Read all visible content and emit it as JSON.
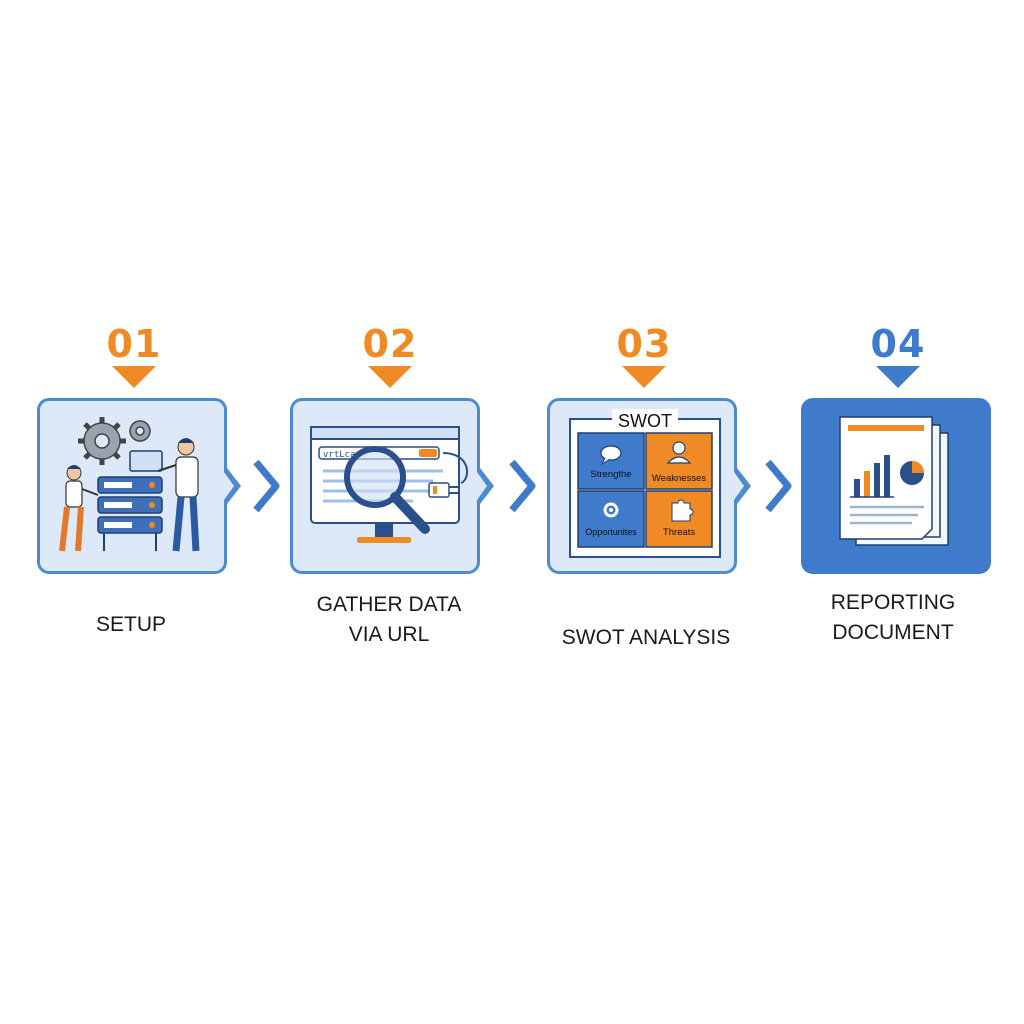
{
  "steps": [
    {
      "number": "01",
      "label_lines": [
        "SETUP"
      ],
      "number_color": "#f08a24"
    },
    {
      "number": "02",
      "label_lines": [
        "GATHER DATA",
        "VIA URL"
      ],
      "number_color": "#f08a24"
    },
    {
      "number": "03",
      "label_lines": [
        "SWOT ANALYSIS"
      ],
      "number_color": "#f08a24"
    },
    {
      "number": "04",
      "label_lines": [
        "REPORTING",
        "DOCUMENT"
      ],
      "number_color": "#3f7acb"
    }
  ],
  "browser": {
    "url_text": "vrtLcao"
  },
  "swot": {
    "title": "SWOT",
    "quadrants": [
      "Strengthe",
      "Weaknesses",
      "Opportunites",
      "Threats"
    ]
  },
  "colors": {
    "accent_orange": "#f08a24",
    "accent_blue": "#3f7acb",
    "card_bg": "#dde8f8",
    "border_blue": "#4d8bd1"
  }
}
